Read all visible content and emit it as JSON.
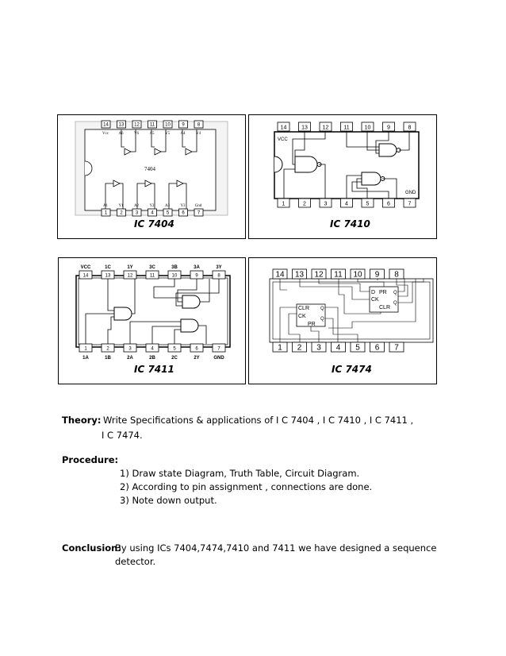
{
  "figures": {
    "ic7404": {
      "caption": "IC 7404",
      "part_label": "7404",
      "top_pins": [
        "14",
        "13",
        "12",
        "11",
        "10",
        "9",
        "8"
      ],
      "top_pin_names": [
        "Vcc",
        "A6",
        "Y6",
        "A5",
        "Y5",
        "A4",
        "Y4"
      ],
      "bottom_pins": [
        "1",
        "2",
        "3",
        "4",
        "5",
        "6",
        "7"
      ],
      "bottom_pin_names": [
        "A1",
        "Y1",
        "A2",
        "Y2",
        "A3",
        "Y3",
        "Gnd"
      ]
    },
    "ic7410": {
      "caption": "IC 7410",
      "top_pins": [
        "14",
        "13",
        "12",
        "11",
        "10",
        "9",
        "8"
      ],
      "bottom_pins": [
        "1",
        "2",
        "3",
        "4",
        "5",
        "6",
        "7"
      ],
      "vcc_label": "VCC",
      "gnd_label": "GND"
    },
    "ic7411": {
      "caption": "IC 7411",
      "top_pins": [
        "14",
        "13",
        "12",
        "11",
        "10",
        "9",
        "8"
      ],
      "top_pin_names": [
        "VCC",
        "1C",
        "1Y",
        "3C",
        "3B",
        "3A",
        "3Y"
      ],
      "bottom_pins": [
        "1",
        "2",
        "3",
        "4",
        "5",
        "6",
        "7"
      ],
      "bottom_pin_names": [
        "1A",
        "1B",
        "2A",
        "2B",
        "2C",
        "2Y",
        "GND"
      ]
    },
    "ic7474": {
      "caption": "IC 7474",
      "top_pins": [
        "14",
        "13",
        "12",
        "11",
        "10",
        "9",
        "8"
      ],
      "bottom_pins": [
        "1",
        "2",
        "3",
        "4",
        "5",
        "6",
        "7"
      ],
      "ff_labels": {
        "clr": "CLR",
        "ck": "CK",
        "pr": "PR",
        "d": "D",
        "q": "Q"
      }
    }
  },
  "theory": {
    "label": "Theory:",
    "line1": "Write Specifications & applications of  I C 7404 ,  I C 7410 ,  I C 7411 ,",
    "line2": "I C 7474."
  },
  "procedure": {
    "label": "Procedure:",
    "steps": [
      "1)  Draw state Diagram, Truth Table, Circuit Diagram.",
      "2)  According to pin assignment , connections are done.",
      "3)  Note down output."
    ]
  },
  "conclusion": {
    "label": "Conclusion:",
    "line1": "By using  ICs  7404,7474,7410 and 7411  we have designed  a sequence",
    "line2": "detector."
  }
}
